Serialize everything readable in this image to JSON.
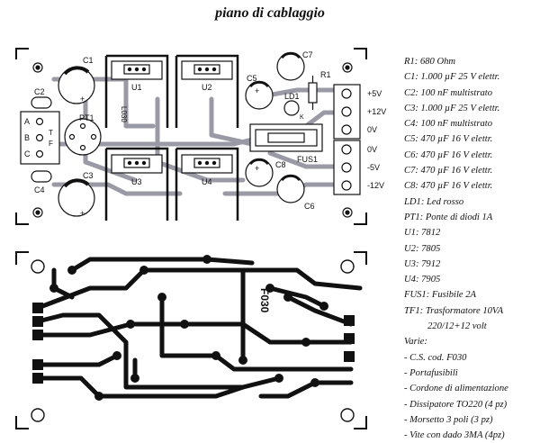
{
  "title": "piano di cablaggio",
  "board_label": "L030",
  "copper_label": "F030",
  "components": {
    "c1": "C1",
    "c2": "C2",
    "c3": "C3",
    "c4": "C4",
    "c5": "C5",
    "c6": "C6",
    "c7": "C7",
    "c8": "C8",
    "u1": "U1",
    "u2": "U2",
    "u3": "U3",
    "u4": "U4",
    "pt1": "PT1",
    "r1": "R1",
    "ld1": "LD1",
    "fus1": "FUS1",
    "tf_a": "A",
    "tf_b": "B",
    "tf_c": "C",
    "tf_t": "T",
    "tf_f": "F",
    "k": "K",
    "plus": "+"
  },
  "terminals": {
    "p5": "+5V",
    "p12": "+12V",
    "zero1": "0V",
    "zero2": "0V",
    "m5": "-5V",
    "m12": "-12V"
  },
  "parts_list": [
    "R1: 680 Ohm",
    "C1: 1.000 µF 25 V elettr.",
    "C2: 100 nF multistrato",
    "C3: 1.000 µF 25 V elettr.",
    "C4: 100 nF multistrato",
    "C5: 470 µF 16 V elettr.",
    "C6: 470 µF 16 V elettr.",
    "C7: 470 µF 16 V elettr.",
    "C8: 470 µF 16 V elettr.",
    "LD1: Led rosso",
    "PT1: Ponte di diodi 1A",
    "U1: 7812",
    "U2: 7805",
    "U3: 7912",
    "U4: 7905",
    "FUS1: Fusibile 2A",
    "TF1: Trasformatore 10VA",
    "220/12+12 volt",
    "Varie:",
    "- C.S. cod. F030",
    "- Portafusibili",
    "- Cordone di alimentazione",
    "- Dissipatore TO220 (4 pz)",
    "- Morsetto 3 poli (3 pz)",
    "- Vite con dado 3MA (4pz)"
  ]
}
